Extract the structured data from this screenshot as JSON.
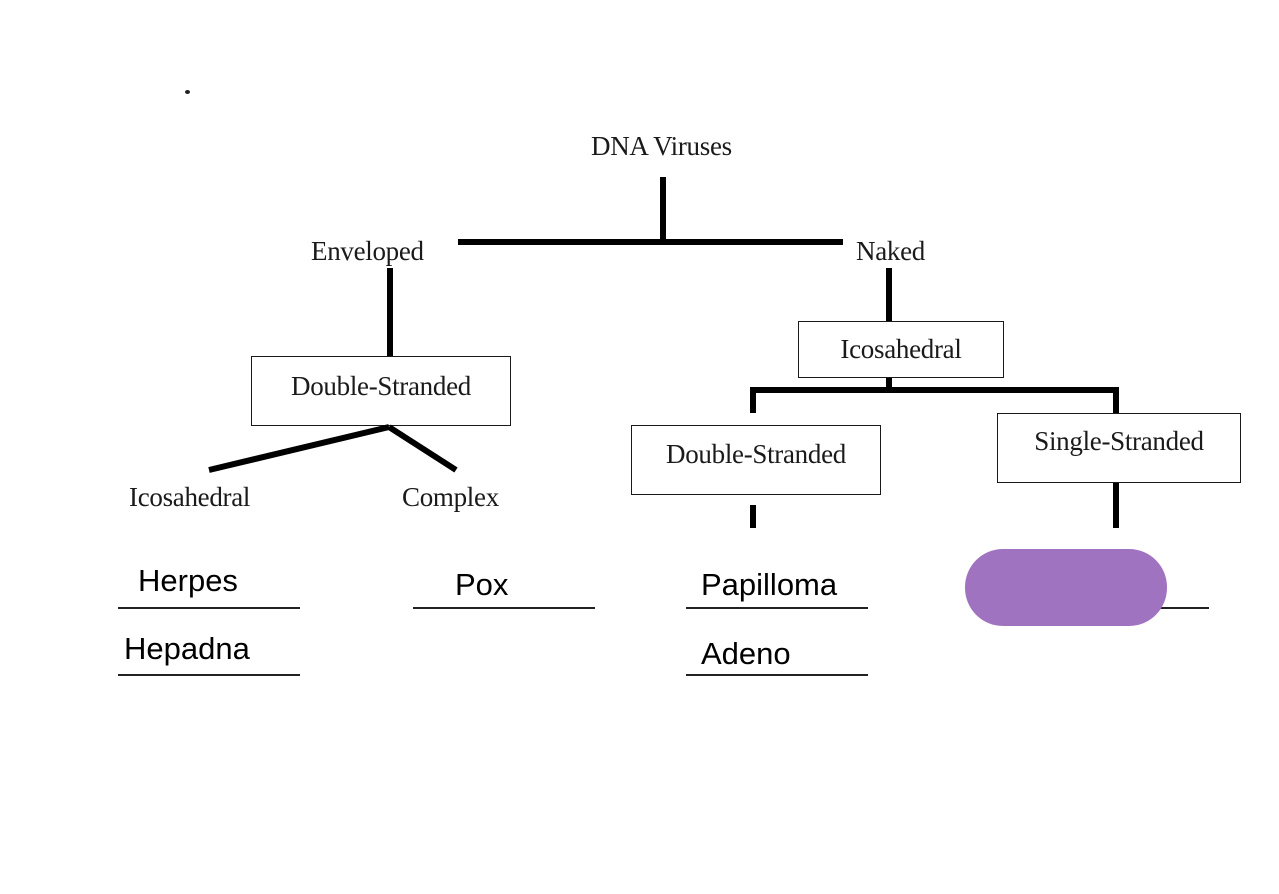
{
  "diagram": {
    "root": {
      "label": "DNA Viruses"
    },
    "level1": {
      "enveloped": {
        "label": "Enveloped"
      },
      "naked": {
        "label": "Naked"
      }
    },
    "enveloped_branch": {
      "strand_box": {
        "label": "Double-Stranded"
      },
      "shape_left": {
        "label": "Icosahedral"
      },
      "shape_right": {
        "label": "Complex"
      }
    },
    "naked_branch": {
      "shape_box": {
        "label": "Icosahedral"
      },
      "strand_left_box": {
        "label": "Double-Stranded"
      },
      "strand_right_box": {
        "label": "Single-Stranded"
      }
    },
    "answers": {
      "enveloped_icosahedral": [
        "Herpes",
        "Hepadna"
      ],
      "enveloped_complex": [
        "Pox"
      ],
      "naked_double_stranded": [
        "Papilloma",
        "Adeno"
      ],
      "naked_single_stranded": []
    },
    "redaction_color": "#a073c1"
  }
}
